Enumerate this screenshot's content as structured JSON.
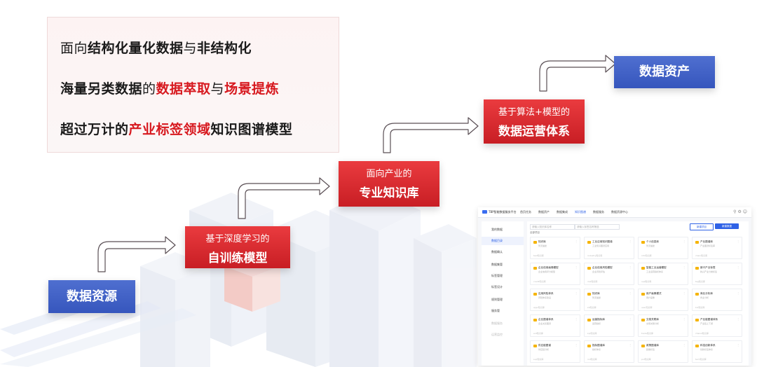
{
  "panel": {
    "line1": {
      "a": "面向",
      "b": "结构化量化数据",
      "c": "与",
      "d": "非结构化"
    },
    "line2": {
      "a": "海量另类数据",
      "b": "的",
      "c": "数据萃取",
      "d": "与",
      "e": "场景提炼"
    },
    "line3": {
      "a": "超过万计的",
      "b": "产业标签领域",
      "c": "知识图谱模型"
    }
  },
  "steps": {
    "source": "数据资源",
    "train": {
      "small": "基于深度学习的",
      "large": "自训练模型"
    },
    "kb": {
      "small": "面向产业的",
      "large": "专业知识库"
    },
    "ops": {
      "small": "基于算法+模型的",
      "large": "数据运营体系"
    },
    "asset": "数据资产"
  },
  "colors": {
    "red": "#d7191f",
    "blue": "#3b5cc4",
    "accent": "#2f62e6"
  },
  "app": {
    "title": "TBP智能数据服务平台",
    "nav": [
      "首页任务",
      "数据资产",
      "数据集成",
      "知识图谱",
      "数据服务",
      "数据资源中心"
    ],
    "side": [
      "我的数据",
      "数据目录",
      "数据确认",
      "数据集管",
      "标签管理",
      "标签设计",
      "规则管理",
      "服务管",
      "数据服务",
      "运营监控"
    ],
    "search_placeholder": "请输入知识库名称",
    "filter_placeholder": "请输入标签名称筛选",
    "btn_secondary": "新建项目",
    "btn_primary": "新建数据",
    "subheader": "全部项目",
    "cards": [
      {
        "t": "知识库",
        "s": "暂无描述",
        "f": "test知识库"
      },
      {
        "t": "工业应用知识图谱",
        "s": "工业知识图谱应用",
        "f": "industry知识库"
      },
      {
        "t": "个人信息库",
        "s": "暂无描述",
        "f": "info知识库"
      },
      {
        "t": "产业图谱库",
        "s": "产业图谱标签库",
        "f": "chain知识库"
      },
      {
        "t": "企业信用画像模型",
        "s": "企业信用评分模型",
        "f": "credit知识库"
      },
      {
        "t": "企业信用风险模型",
        "s": "企业风险评估",
        "f": "risk知识库"
      },
      {
        "t": "智能工业运营模型",
        "s": "工业运营指标体系",
        "f": "ops知识库"
      },
      {
        "t": "新兴产业标签",
        "s": "新兴产业分类标签",
        "f": "tag知识库"
      },
      {
        "t": "应用风险体系",
        "s": "风险体系建设",
        "f": "appr知识库"
      },
      {
        "t": "知识库",
        "s": "暂无描述",
        "f": "kb知识库"
      },
      {
        "t": "用户画像模式",
        "s": "用户画像",
        "f": "user知识库"
      },
      {
        "t": "商业分析库",
        "s": "商业分析",
        "f": "biz知识库"
      },
      {
        "t": "企业图谱体系",
        "s": "企业关系图谱",
        "f": "ent知识库"
      },
      {
        "t": "运营指标库",
        "s": "运营指标",
        "f": "kpi知识库"
      },
      {
        "t": "交易关联库",
        "s": "交易关联分析",
        "f": "trade知识库"
      },
      {
        "t": "产业链图谱体系",
        "s": "产业链上下游",
        "f": "chain2知识库"
      },
      {
        "t": "供应链图谱",
        "s": "供应链分析",
        "f": "sup知识库"
      },
      {
        "t": "指标图谱库",
        "s": "指标体系",
        "f": "ind知识库"
      },
      {
        "t": "政策图谱库",
        "s": "政策标签",
        "f": "pol知识库"
      },
      {
        "t": "科技创新体系",
        "s": "创新标签体系",
        "f": "tech知识库"
      }
    ]
  }
}
